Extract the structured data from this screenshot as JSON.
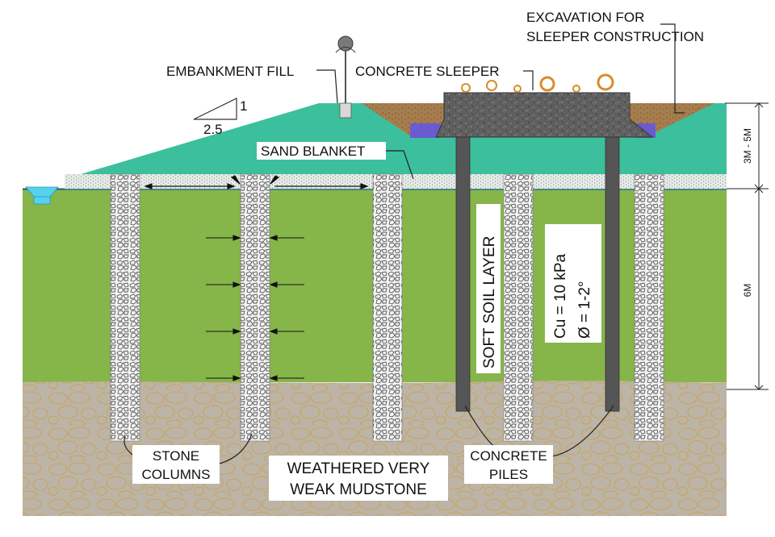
{
  "labels": {
    "excavation": [
      "EXCAVATION FOR",
      "SLEEPER CONSTRUCTION"
    ],
    "embankment_fill": "EMBANKMENT FILL",
    "concrete_sleeper": "CONCRETE SLEEPER",
    "sand_blanket": "SAND BLANKET",
    "soft_soil_layer": "SOFT SOIL LAYER",
    "soil_params": [
      "Cu = 10 kPa",
      "Ø  =  1-2°"
    ],
    "stone_columns": [
      "STONE",
      "COLUMNS"
    ],
    "weathered": [
      "WEATHERED VERY",
      "WEAK MUDSTONE"
    ],
    "concrete_piles": [
      "CONCRETE",
      "PILES"
    ]
  },
  "slope": {
    "rise": "1",
    "run": "2.5"
  },
  "dimensions": {
    "embankment_height": "3M - 5M",
    "soft_layer_depth": "6M"
  },
  "colors": {
    "embankment": "#3cbf9d",
    "soft_soil": "#86b54a",
    "mudstone": "#bcb4a6",
    "mudstone_stroke": "#c9a45c",
    "excavation_fill": "#a67d4e",
    "sleeper": "#5f5f5f",
    "pile": "#555555",
    "water": "#55d2ec",
    "stone_column": "#f3f3f3"
  }
}
